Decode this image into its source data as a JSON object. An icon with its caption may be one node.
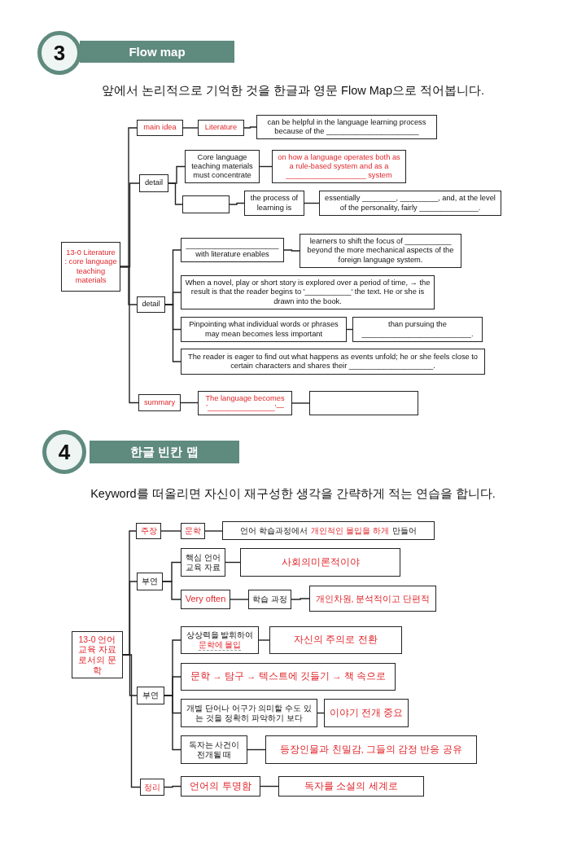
{
  "diagram": {
    "nodes": [
      {
        "text": [
          "13-0 Literature : core language teaching materials"
        ]
      },
      {
        "text": [
          "main idea"
        ]
      },
      {
        "text": [
          "Literature"
        ]
      },
      {
        "text": [
          "can be helpful in the language learning process because of the ______________________"
        ]
      },
      {
        "text": [
          "detail"
        ]
      },
      {
        "text": [
          "Core language teaching materials must concentrate"
        ]
      },
      {
        "text": [
          "on how a language operates both as a rule-based system and as a ___________________ system"
        ]
      },
      {
        "text": [],
        "shape": "box"
      },
      {
        "text": [
          "the process of learning is"
        ]
      },
      {
        "text": [
          "essentially ________, _________, and, at the level of the personality, fairly ______________."
        ]
      },
      {
        "text": [
          "detail"
        ]
      },
      {
        "text": [
          "______________________ with literature enables"
        ]
      },
      {
        "text": [
          "learners to shift the focus of ___________ beyond the more mechanical aspects of the foreign language system."
        ]
      },
      {
        "text": [
          "When a novel, play or short story is explored over a period of time, → the result is that the reader begins to '___________' the text. He or she is drawn into the book."
        ]
      },
      {
        "text": [
          "Pinpointing what individual words or phrases may mean becomes less important"
        ]
      },
      {
        "text": [
          "than pursuing the __________________________."
        ]
      },
      {
        "text": [
          "The reader is eager to find out what happens as events unfold; he or she feels close to certain characters and shares their ____________________."
        ]
      },
      {
        "text": [
          "summary"
        ]
      },
      {
        "text": [
          "The language becomes '________________'—"
        ]
      },
      {
        "text": [],
        "shape": "box"
      },
      {
        "text": [
          "13-0 언어 교육 자료로서의 문학"
        ]
      },
      {
        "text": [
          "주장"
        ]
      },
      {
        "text": [
          "문학"
        ]
      },
      {
        "text": [
          "언어 학습과정에서",
          "개인적인 몰입을 하게",
          "만들어"
        ]
      },
      {
        "text": [
          "부연"
        ]
      },
      {
        "text": [
          "핵심 언어 교육 자료"
        ]
      },
      {
        "text": [
          "사회의미론적이야"
        ]
      },
      {
        "text": [
          "Very often"
        ]
      },
      {
        "text": [
          "학습 과정"
        ]
      },
      {
        "text": [
          "개인차원, 분석적이고 단편적"
        ]
      },
      {
        "text": [
          "부연"
        ]
      },
      {
        "text": [
          "상상력을 발휘하여",
          "문학에 몰입"
        ]
      },
      {
        "text": [
          "자신의 주의로 전환"
        ]
      },
      {
        "text": [
          "문학 → 탐구 → 텍스트에 깃들기 → 책 속으로"
        ]
      },
      {
        "text": [
          "개별 단어나 어구가 의미할 수도 있는 것을 정확히 파악하기 보다"
        ]
      },
      {
        "text": [
          "이야기 전개 중요"
        ]
      },
      {
        "text": [
          "독자는 사건이 전개될 때"
        ]
      },
      {
        "text": [
          "등장인물과 친밀감, 그들의 감정 반응 공유"
        ]
      },
      {
        "text": [
          "정리"
        ]
      },
      {
        "text": [
          "언어의 투명함"
        ]
      },
      {
        "text": [
          "독자를 소설의 세계로"
        ]
      }
    ],
    "edges": [
      {
        "from": 0,
        "to": 1,
        "arrow": "none"
      },
      {
        "from": 0,
        "to": 4,
        "arrow": "none"
      },
      {
        "from": 0,
        "to": 10,
        "arrow": "none"
      },
      {
        "from": 0,
        "to": 17,
        "arrow": "none"
      },
      {
        "from": 1,
        "to": 2,
        "arrow": "none"
      },
      {
        "from": 2,
        "to": 3,
        "arrow": "none"
      },
      {
        "from": 4,
        "to": 5,
        "arrow": "none"
      },
      {
        "from": 4,
        "to": 7,
        "arrow": "none"
      },
      {
        "from": 5,
        "to": 6,
        "arrow": "none"
      },
      {
        "from": 7,
        "to": 8,
        "arrow": "none"
      },
      {
        "from": 8,
        "to": 9,
        "arrow": "none"
      },
      {
        "from": 10,
        "to": 11,
        "arrow": "none"
      },
      {
        "from": 10,
        "to": 13,
        "arrow": "none"
      },
      {
        "from": 10,
        "to": 14,
        "arrow": "none"
      },
      {
        "from": 10,
        "to": 16,
        "arrow": "none"
      },
      {
        "from": 11,
        "to": 12,
        "arrow": "none"
      },
      {
        "from": 14,
        "to": 15,
        "arrow": "none"
      },
      {
        "from": 17,
        "to": 18,
        "arrow": "none"
      },
      {
        "from": 18,
        "to": 19,
        "arrow": "none"
      },
      {
        "from": 20,
        "to": 21,
        "arrow": "none"
      },
      {
        "from": 20,
        "to": 24,
        "arrow": "none"
      },
      {
        "from": 20,
        "to": 30,
        "arrow": "none"
      },
      {
        "from": 20,
        "to": 38,
        "arrow": "none"
      },
      {
        "from": 21,
        "to": 22,
        "arrow": "none"
      },
      {
        "from": 22,
        "to": 23,
        "arrow": "none"
      },
      {
        "from": 24,
        "to": 25,
        "arrow": "none"
      },
      {
        "from": 24,
        "to": 27,
        "arrow": "none"
      },
      {
        "from": 25,
        "to": 26,
        "arrow": "none"
      },
      {
        "from": 27,
        "to": 28,
        "arrow": "none"
      },
      {
        "from": 28,
        "to": 29,
        "arrow": "none"
      },
      {
        "from": 30,
        "to": 31,
        "arrow": "none"
      },
      {
        "from": 30,
        "to": 33,
        "arrow": "none"
      },
      {
        "from": 30,
        "to": 34,
        "arrow": "none"
      },
      {
        "from": 30,
        "to": 36,
        "arrow": "none"
      },
      {
        "from": 31,
        "to": 32,
        "arrow": "none"
      },
      {
        "from": 34,
        "to": 35,
        "arrow": "none"
      },
      {
        "from": 36,
        "to": 37,
        "arrow": "none"
      },
      {
        "from": 38,
        "to": 39,
        "arrow": "none"
      },
      {
        "from": 39,
        "to": 40,
        "arrow": "none"
      }
    ],
    "labels": [
      "3",
      "Flow map",
      "앞에서 논리적으로 기억한 것을 한글과 영문 Flow Map으로 적어봅니다.",
      "4",
      "한글 빈칸 맵",
      "Keyword를 떠올리면 자신이 재구성한 생각을 간략하게 적는 연습을 합니다."
    ]
  }
}
